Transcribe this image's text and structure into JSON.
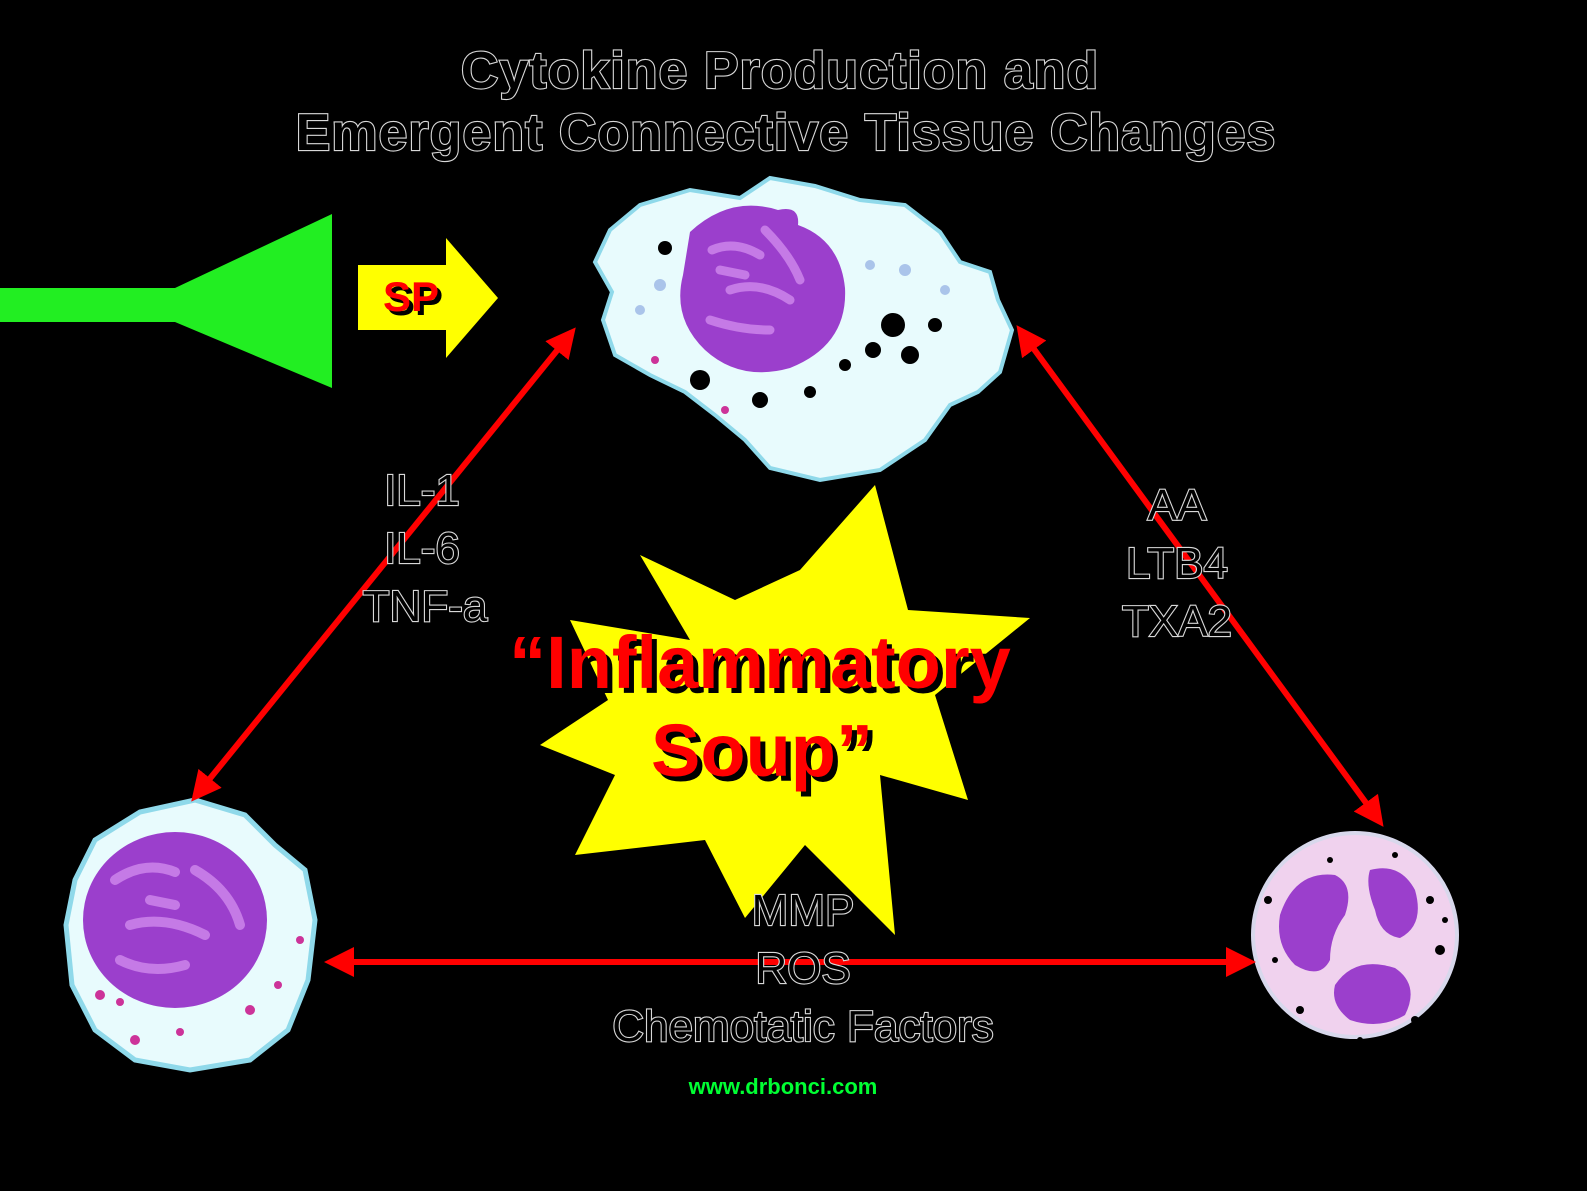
{
  "title": {
    "line1": "Cytokine Production and",
    "line2": "Emergent Connective Tissue Changes"
  },
  "nerve": {
    "signal_label": "SP"
  },
  "left_edge_labels": [
    "IL-1",
    "IL-6",
    "TNF-a"
  ],
  "right_edge_labels": [
    "AA",
    "LTB4",
    "TXA2"
  ],
  "bottom_edge_labels": [
    "MMP",
    "ROS",
    "Chemotatic Factors"
  ],
  "center": {
    "line1": "“Inflammatory",
    "line2": "Soup”"
  },
  "footer": {
    "url": "www.drbonci.com"
  },
  "colors": {
    "background": "#000000",
    "arrow": "#ff0000",
    "nerve": "#22ee22",
    "sp_arrow": "#ffff00",
    "burst": "#ffff00",
    "nucleus": "#9933cc",
    "url": "#00ff33"
  }
}
